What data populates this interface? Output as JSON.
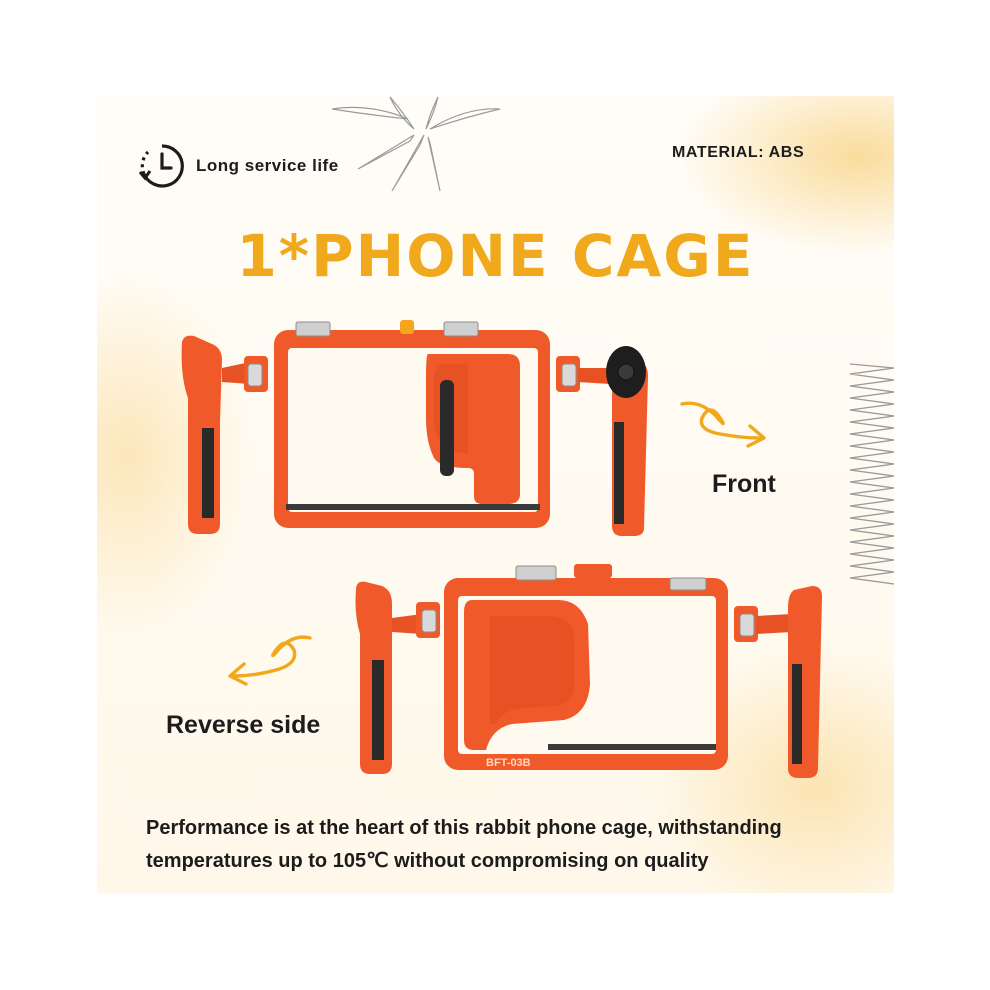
{
  "feature": {
    "label": "Long service life",
    "icon": "clock-cycle-icon"
  },
  "material": "MATERIAL: ABS",
  "title": "1*PHONE CAGE",
  "front_label": "Front",
  "reverse_label": "Reverse side",
  "model_marking": "BFT-03B",
  "caption": "Performance is at the heart of this rabbit phone cage, withstanding temperatures up to 105℃ without compromising on quality",
  "colors": {
    "accent": "#f0a81c",
    "cage_orange": "#f05a2a",
    "grip_black": "#2a2a2a",
    "text": "#1c1c1c"
  }
}
